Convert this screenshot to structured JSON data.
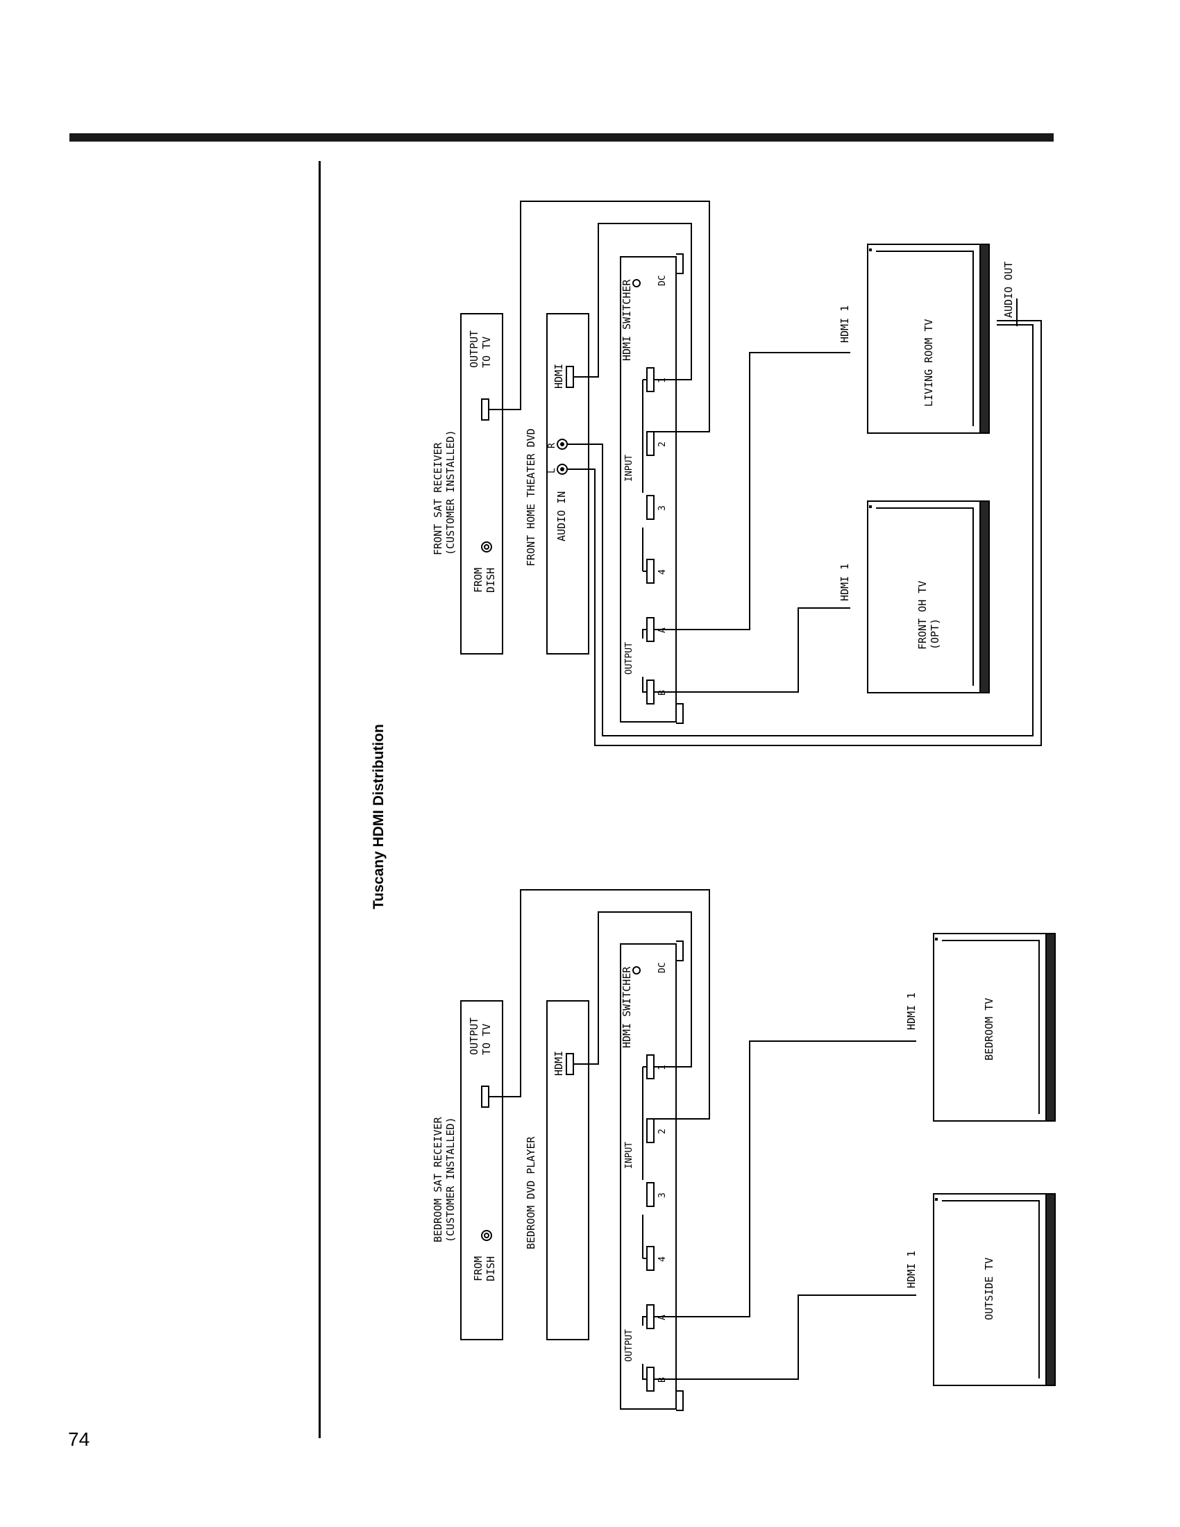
{
  "page": {
    "number": "74",
    "title": "Tuscany HDMI Distribution"
  },
  "front_system": {
    "sat_receiver": {
      "label_line1": "FRONT SAT RECEIVER",
      "label_line2": "(CUSTOMER INSTALLED)",
      "from_dish_line1": "FROM",
      "from_dish_line2": "DISH",
      "output_line1": "OUTPUT",
      "output_line2": "TO TV"
    },
    "dvd": {
      "label": "FRONT HOME THEATER DVD",
      "audio_in": "AUDIO IN",
      "audio_l": "L",
      "audio_r": "R",
      "hdmi": "HDMI"
    },
    "switcher": {
      "label": "HDMI SWITCHER",
      "dc": "DC",
      "input_label": "INPUT",
      "output_label": "OUTPUT",
      "inputs": [
        "1",
        "2",
        "3",
        "4"
      ],
      "outputs": [
        "A",
        "B"
      ]
    },
    "tvs": [
      {
        "name_line1": "LIVING ROOM TV",
        "name_line2": "",
        "hdmi": "HDMI 1",
        "audio_out": "AUDIO OUT"
      },
      {
        "name_line1": "FRONT OH TV",
        "name_line2": "(OPT)",
        "hdmi": "HDMI 1",
        "audio_out": ""
      }
    ]
  },
  "bedroom_system": {
    "sat_receiver": {
      "label_line1": "BEDROOM SAT RECEIVER",
      "label_line2": "(CUSTOMER INSTALLED)",
      "from_dish_line1": "FROM",
      "from_dish_line2": "DISH",
      "output_line1": "OUTPUT",
      "output_line2": "TO TV"
    },
    "dvd": {
      "label": "BEDROOM DVD PLAYER",
      "hdmi": "HDMI"
    },
    "switcher": {
      "label": "HDMI SWITCHER",
      "dc": "DC",
      "input_label": "INPUT",
      "output_label": "OUTPUT",
      "inputs": [
        "1",
        "2",
        "3",
        "4"
      ],
      "outputs": [
        "A",
        "B"
      ]
    },
    "tvs": [
      {
        "name_line1": "BEDROOM TV",
        "name_line2": "",
        "hdmi": "HDMI 1"
      },
      {
        "name_line1": "OUTSIDE TV",
        "name_line2": "",
        "hdmi": "HDMI 1"
      }
    ]
  }
}
